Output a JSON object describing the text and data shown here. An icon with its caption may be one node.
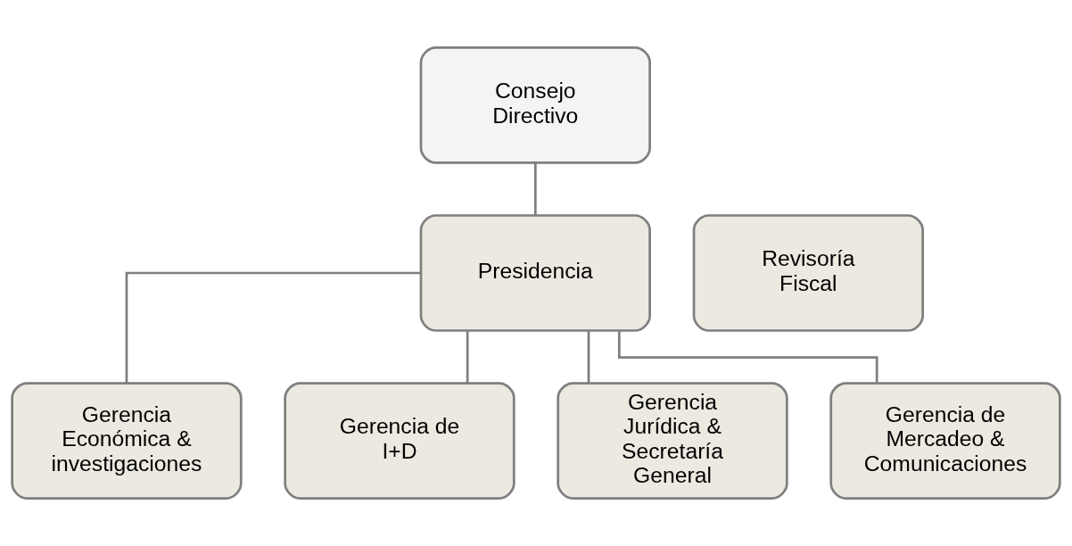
{
  "diagram": {
    "nodes": [
      {
        "text": [
          "Consejo Directivo"
        ]
      },
      {
        "text": [
          "Presidencia"
        ]
      },
      {
        "text": [
          "Revisoría Fiscal"
        ]
      },
      {
        "text": [
          "Gerencia Económica & investigaciones"
        ]
      },
      {
        "text": [
          "Gerencia de I+D"
        ]
      },
      {
        "text": [
          "Gerencia Jurídica & Secretaría General"
        ]
      },
      {
        "text": [
          "Gerencia de Mercadeo & Comunicaciones"
        ]
      }
    ],
    "edges": [
      {
        "from": 0,
        "to": 1,
        "arrow": "none"
      },
      {
        "from": 1,
        "to": 3,
        "arrow": "none"
      },
      {
        "from": 1,
        "to": 4,
        "arrow": "none"
      },
      {
        "from": 1,
        "to": 5,
        "arrow": "none"
      },
      {
        "from": 1,
        "to": 6,
        "arrow": "none"
      }
    ]
  }
}
